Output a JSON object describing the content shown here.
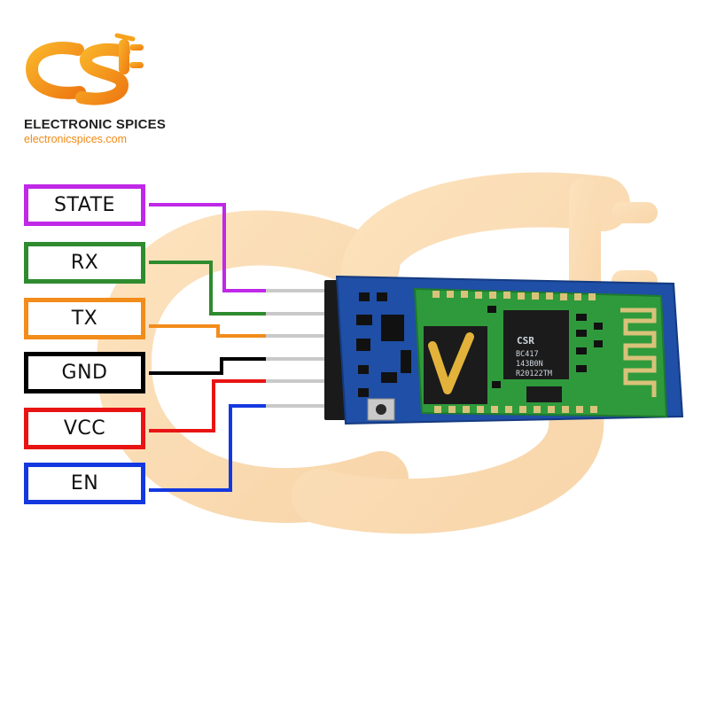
{
  "brand": {
    "name": "ELECTRONIC SPICES",
    "url": "electronicspices.com",
    "logo_colors": {
      "primary": "#f7a21b",
      "secondary": "#ef7f14"
    }
  },
  "pins": [
    {
      "label": "STATE",
      "color": "#c028e8"
    },
    {
      "label": "RX",
      "color": "#2e8b2e"
    },
    {
      "label": "TX",
      "color": "#f28c1a"
    },
    {
      "label": "GND",
      "color": "#000000"
    },
    {
      "label": "VCC",
      "color": "#e81414"
    },
    {
      "label": "EN",
      "color": "#1438e0"
    }
  ],
  "module": {
    "chip_brand": "CSR",
    "chip_lines": [
      "BC417",
      "143B0N",
      "R20122TM"
    ]
  }
}
